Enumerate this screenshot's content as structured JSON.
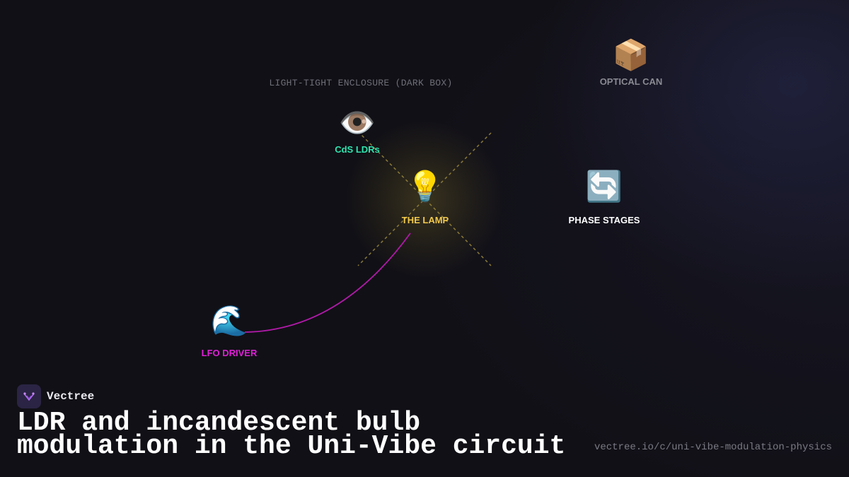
{
  "diagram": {
    "enclosure_label": "LIGHT-TIGHT ENCLOSURE (DARK BOX)",
    "nodes": {
      "optical_can": {
        "icon": "📦",
        "icon_name": "package-icon",
        "label": "OPTICAL CAN",
        "color": "#8a8a92"
      },
      "ldrs": {
        "icon": "👁️",
        "icon_name": "eye-icon",
        "label": "CdS LDRs",
        "color": "#2ee6b0"
      },
      "lamp": {
        "icon": "💡",
        "icon_name": "light-bulb-icon",
        "label": "THE LAMP",
        "color": "#f2c94c"
      },
      "phase": {
        "icon": "🔄",
        "icon_name": "cycle-arrows-icon",
        "label": "PHASE STAGES",
        "color": "#ffffff"
      },
      "lfo": {
        "icon": "🌊",
        "icon_name": "wave-icon",
        "label": "LFO DRIVER",
        "color": "#e020d8"
      }
    },
    "link_colors": {
      "light_rays": "#8a7a3a",
      "lfo_wire": "#b01aa8"
    }
  },
  "footer": {
    "brand_name": "Vectree",
    "headline": "LDR and incandescent bulb modulation in the Uni-Vibe circuit",
    "url": "vectree.io/c/uni-vibe-modulation-physics"
  }
}
